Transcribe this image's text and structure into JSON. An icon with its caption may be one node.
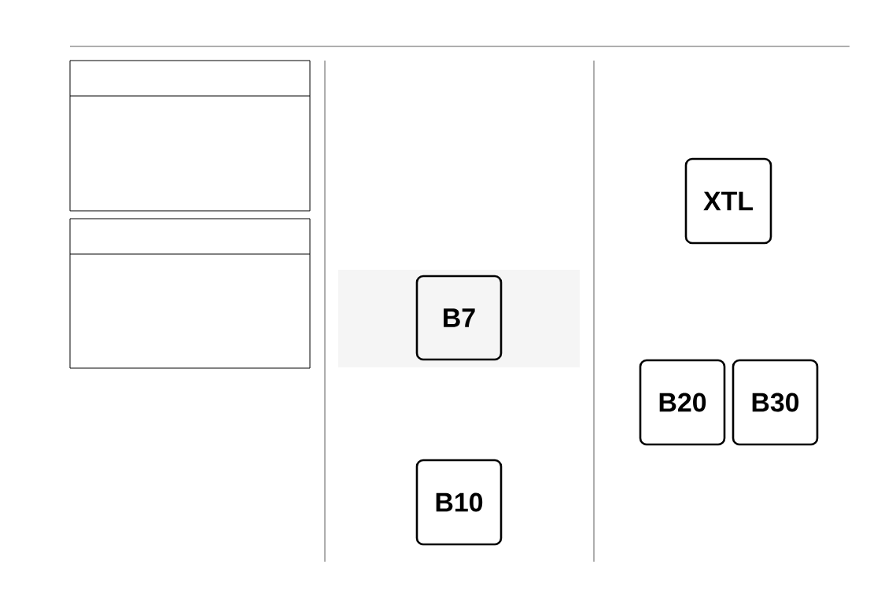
{
  "diagram": {
    "nodes": [
      {
        "text": [],
        "shape": "box"
      },
      {
        "text": [],
        "shape": "box"
      },
      {
        "text": [
          "B7"
        ]
      },
      {
        "text": [
          "B10"
        ]
      },
      {
        "text": [
          "XTL"
        ]
      },
      {
        "text": [
          "B20"
        ]
      },
      {
        "text": [
          "B30"
        ]
      }
    ]
  }
}
